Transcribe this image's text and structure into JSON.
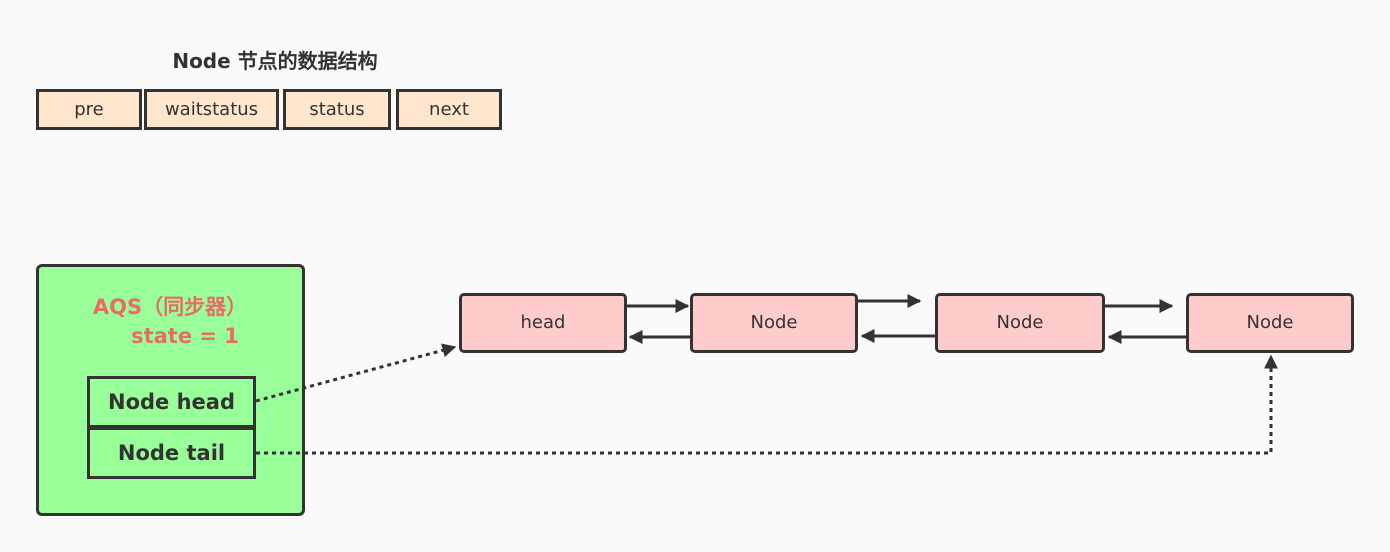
{
  "struct": {
    "title": "Node 节点的数据结构",
    "fields": [
      "pre",
      "waitstatus",
      "status",
      "next"
    ]
  },
  "aqs": {
    "title": "AQS（同步器）",
    "state": "state = 1",
    "head_ref": "Node head",
    "tail_ref": "Node tail"
  },
  "queue": {
    "nodes": [
      "head",
      "Node",
      "Node",
      "Node"
    ]
  },
  "colors": {
    "field_fill": "#ffe6cc",
    "aqs_fill": "#99ff99",
    "aqs_text": "#ea6b66",
    "node_fill": "#ffcccc",
    "stroke": "#333333",
    "background": "#fafafa"
  }
}
